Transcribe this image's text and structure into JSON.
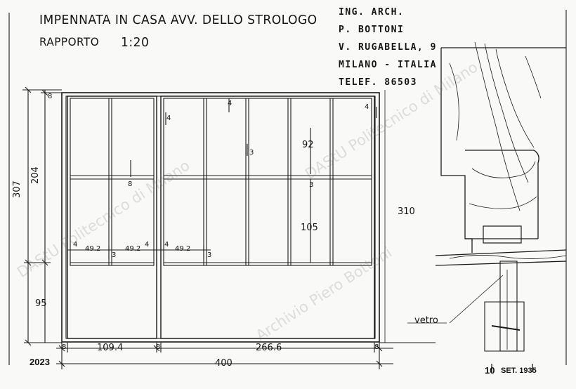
{
  "title": {
    "line1": "IMPENNATA IN CASA AVV. DELLO STROLOGO",
    "line2": "RAPPORTO",
    "scale": "1:20"
  },
  "stamp": {
    "line1": "ING. ARCH.",
    "line2": "P. BOTTONI",
    "line3": "V. RUGABELLA, 9",
    "line4": "MILANO - ITALIA",
    "line5": "TELEF. 86503"
  },
  "dimensions": {
    "top_offset": "8",
    "height_total": "307",
    "height_upper": "204",
    "height_lower": "95",
    "right_height": "310",
    "mullion_top": "4",
    "mullion_side_left": "4",
    "mullion_side_right": "4",
    "upper_pane": "92",
    "bar_a": "3",
    "bar_b": "3",
    "bar_c": "3",
    "bar_d": "3",
    "lower_pane": "105",
    "left_upper_8": "8",
    "pane_w1": "49.2",
    "pane_w2": "49.2",
    "pane_w3": "49.2",
    "side_4a": "4",
    "side_4b": "4",
    "side_4c": "4",
    "base_8_left": "8",
    "base_8_mid": "8",
    "base_8_right": "8",
    "base_left_width": "109.4",
    "base_right_width": "266.6",
    "total_width": "400"
  },
  "labels": {
    "glass": "vetro",
    "number": "2023",
    "date_day": "10",
    "date_rest": "SET. 1935"
  },
  "watermark": {
    "text1": "DAStU Politecnico di Milano",
    "text2": "Archivio Piero Bottoni"
  }
}
